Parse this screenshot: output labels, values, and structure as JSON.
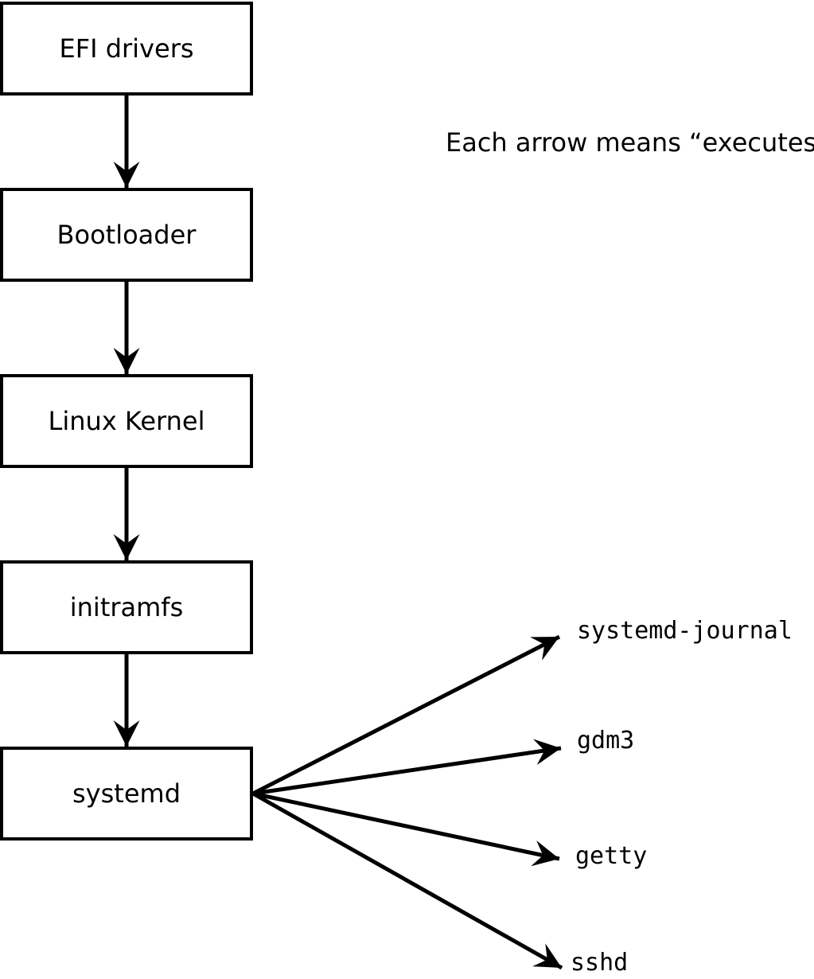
{
  "diagram": {
    "note": "Each arrow means “executes”.",
    "arrow_meaning": "executes",
    "chain": [
      {
        "id": "efi-drivers",
        "label": "EFI drivers"
      },
      {
        "id": "bootloader",
        "label": "Bootloader"
      },
      {
        "id": "linux-kernel",
        "label": "Linux Kernel"
      },
      {
        "id": "initramfs",
        "label": "initramfs"
      },
      {
        "id": "systemd",
        "label": "systemd"
      }
    ],
    "spawned": [
      {
        "id": "systemd-journal",
        "label": "systemd-journal"
      },
      {
        "id": "gdm3",
        "label": "gdm3"
      },
      {
        "id": "getty",
        "label": "getty"
      },
      {
        "id": "sshd",
        "label": "sshd"
      }
    ],
    "edges": [
      {
        "from": "efi-drivers",
        "to": "bootloader"
      },
      {
        "from": "bootloader",
        "to": "linux-kernel"
      },
      {
        "from": "linux-kernel",
        "to": "initramfs"
      },
      {
        "from": "initramfs",
        "to": "systemd"
      },
      {
        "from": "systemd",
        "to": "systemd-journal"
      },
      {
        "from": "systemd",
        "to": "gdm3"
      },
      {
        "from": "systemd",
        "to": "getty"
      },
      {
        "from": "systemd",
        "to": "sshd"
      }
    ],
    "colors": {
      "stroke": "#000000",
      "text": "#000000",
      "box_fill": "#ffffff",
      "background": "#ffffff"
    }
  }
}
